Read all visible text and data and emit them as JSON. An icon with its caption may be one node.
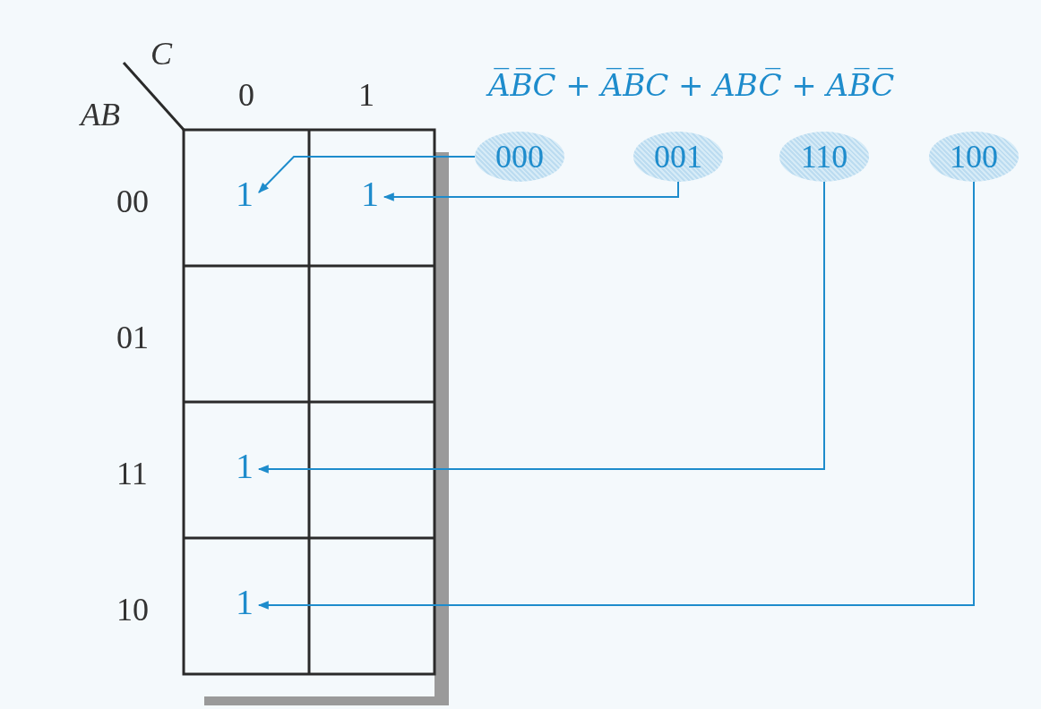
{
  "diagram": {
    "nodes": [
      {
        "text": [
          "1"
        ]
      },
      {
        "text": [
          "1"
        ]
      },
      {
        "text": [
          "1"
        ]
      },
      {
        "text": [
          "1"
        ]
      },
      {
        "text": [
          "000"
        ]
      },
      {
        "text": [
          "001"
        ]
      },
      {
        "text": [
          "110"
        ]
      },
      {
        "text": [
          "100"
        ]
      }
    ],
    "edges": [
      {
        "from": 4,
        "to": 0,
        "arrow": "to"
      },
      {
        "from": 5,
        "to": 1,
        "arrow": "to"
      },
      {
        "from": 6,
        "to": 2,
        "arrow": "to"
      },
      {
        "from": 7,
        "to": 3,
        "arrow": "to"
      }
    ],
    "labels": [
      "C",
      "AB",
      "0",
      "1",
      "00",
      "01",
      "11",
      "10",
      "A̅B̅C̅ + A̅B̅C + ABC̅ + AB̅C̅"
    ]
  }
}
